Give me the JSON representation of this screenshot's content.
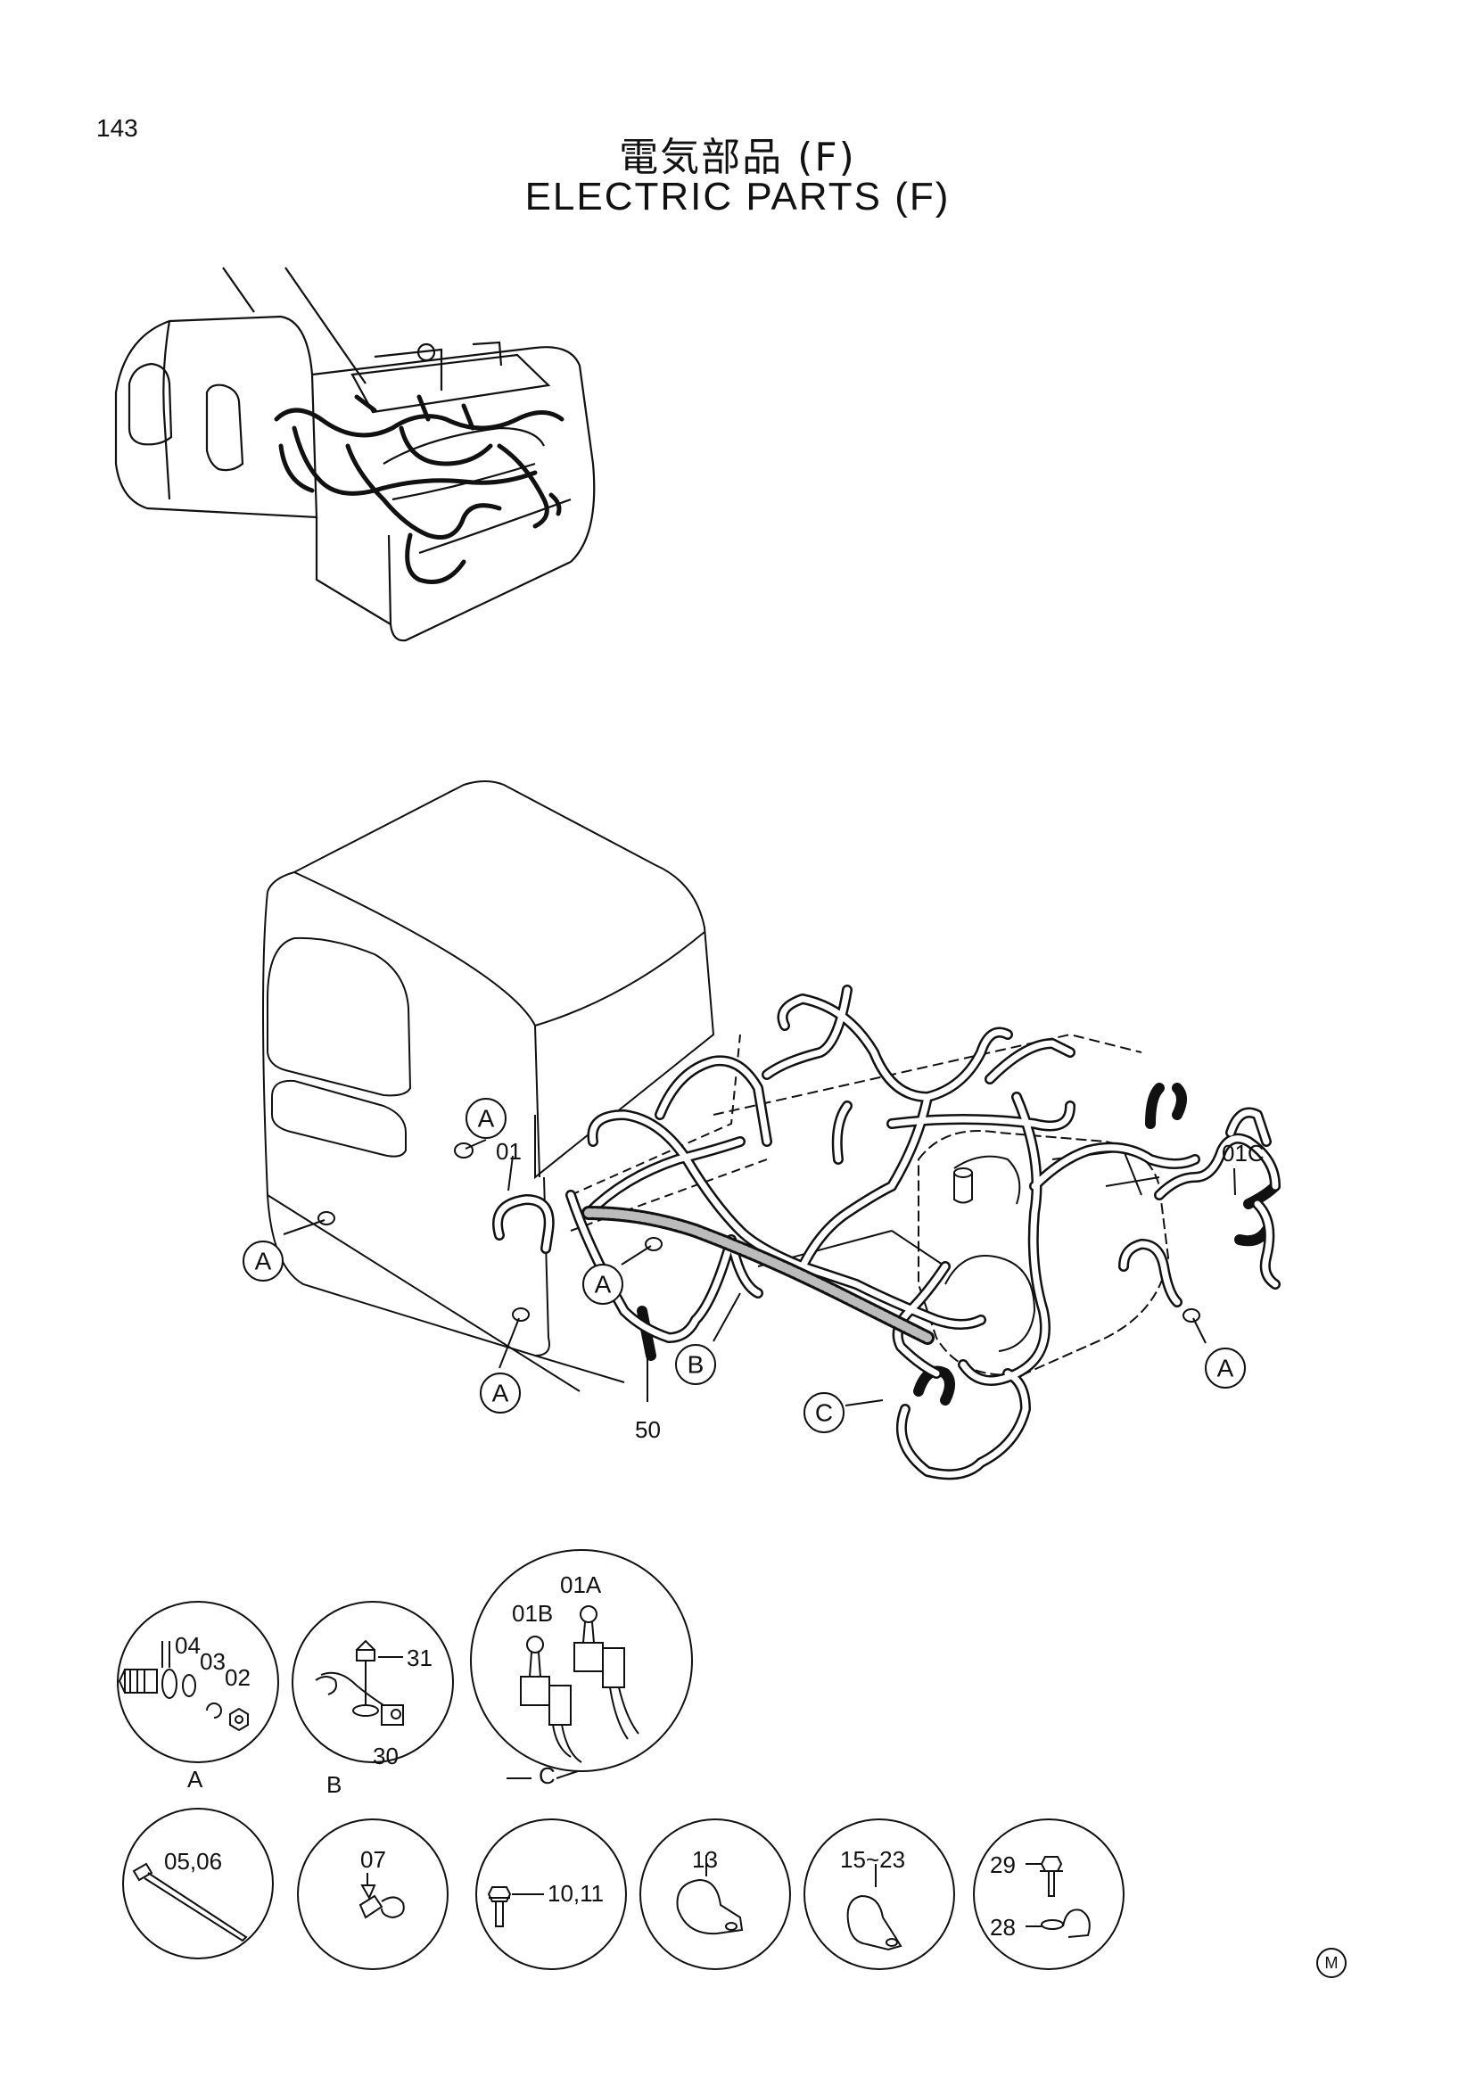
{
  "page": {
    "number": "143",
    "title_jp": "電気部品 (F)",
    "title_en": "ELECTRIC  PARTS  (F)",
    "mark": "M"
  },
  "main_view": {
    "callouts": {
      "a1": "A",
      "a2": "A",
      "a3": "A",
      "a4": "A",
      "a5": "A",
      "b": "B",
      "c": "C"
    },
    "part_labels": {
      "p01": "01",
      "p01c": "01C",
      "p50": "50"
    }
  },
  "detail_views": {
    "A": {
      "letter": "A",
      "labels": [
        "04",
        "03",
        "02"
      ]
    },
    "B": {
      "letter": "B",
      "labels": [
        "31",
        "30"
      ]
    },
    "C": {
      "letter": "C",
      "labels": [
        "01B",
        "01A"
      ]
    }
  },
  "parts_row": [
    {
      "label": "05,06"
    },
    {
      "label": "07"
    },
    {
      "label": "10,11"
    },
    {
      "label": "13"
    },
    {
      "label": "15~23"
    },
    {
      "label": "29",
      "label2": "28"
    }
  ]
}
